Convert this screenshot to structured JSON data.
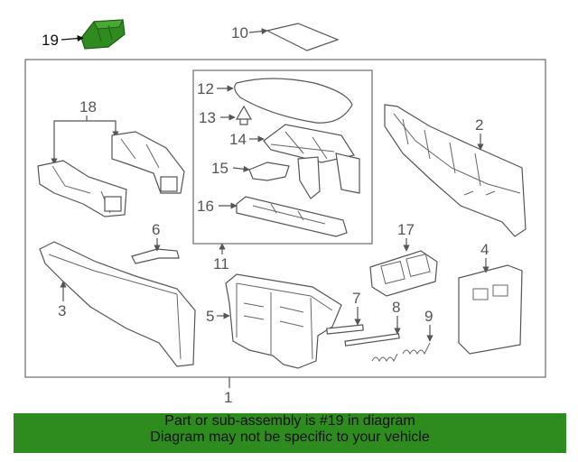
{
  "diagram": {
    "callouts": {
      "c1": "1",
      "c2": "2",
      "c3": "3",
      "c4": "4",
      "c5": "5",
      "c6": "6",
      "c7": "7",
      "c8": "8",
      "c9": "9",
      "c10": "10",
      "c11": "11",
      "c12": "12",
      "c13": "13",
      "c14": "14",
      "c15": "15",
      "c16": "16",
      "c17": "17",
      "c18": "18",
      "c19": "19"
    },
    "highlight_part": "19"
  },
  "banner": {
    "line1": "Part or sub-assembly is #19 in diagram",
    "line2": "Diagram may not be specific to your vehicle"
  },
  "colors": {
    "highlight": "#2f8a1f",
    "highlight_dark": "#1f5c14",
    "banner_bg": "#2e8b1e",
    "line": "#555555"
  }
}
